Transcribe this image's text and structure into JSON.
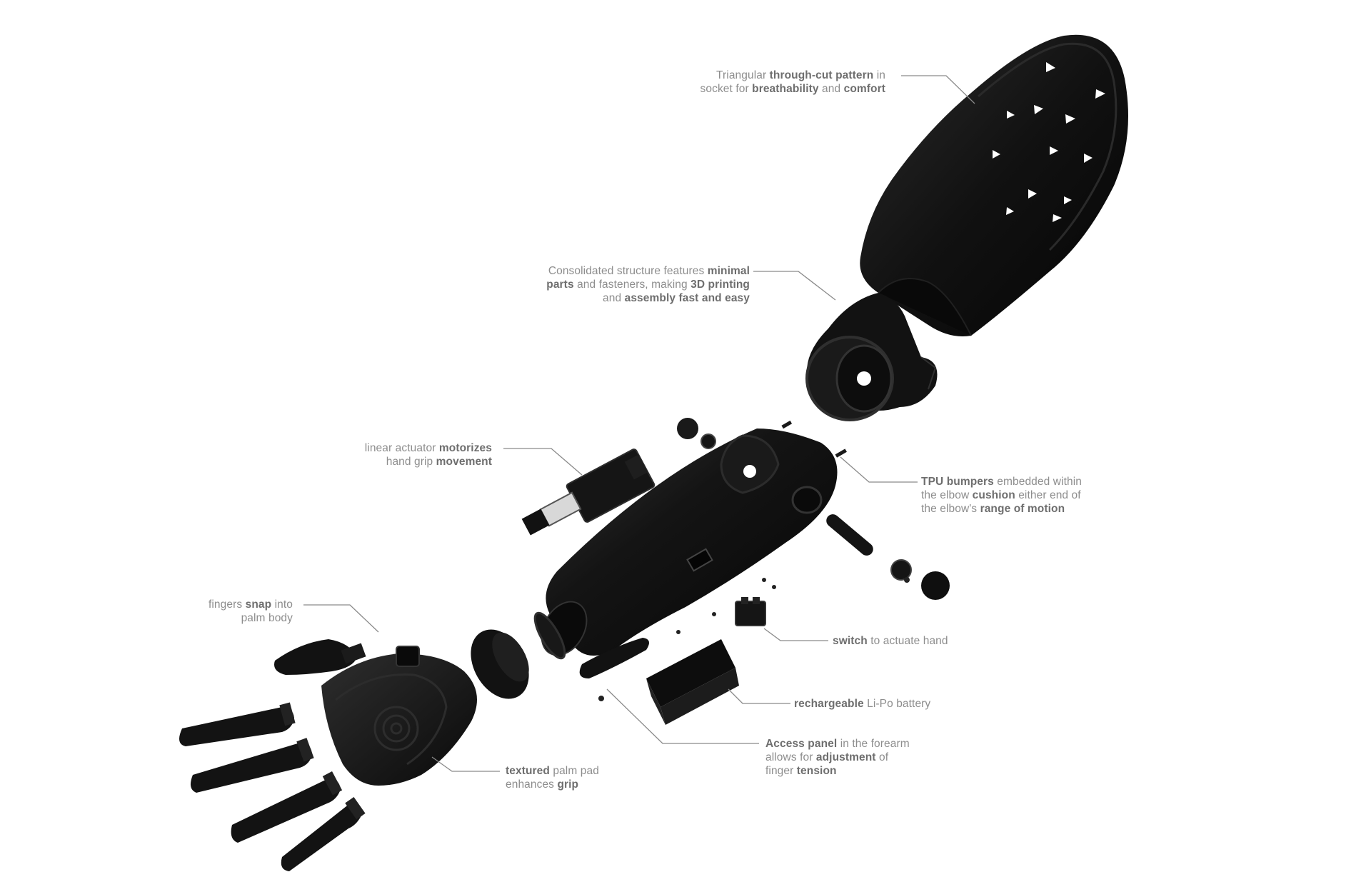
{
  "colors": {
    "part": "#111111",
    "part_edge": "#2a2a2a",
    "part_highlight": "#3a3a3a",
    "leader": "#8a8a8a",
    "label_text": "#8d8d8d",
    "label_bold": "#6e6e6e"
  },
  "callouts": {
    "socket": {
      "lines": [
        [
          {
            "t": "Triangular "
          },
          {
            "t": "through-cut pattern",
            "b": true
          },
          {
            "t": " in"
          }
        ],
        [
          {
            "t": "socket for "
          },
          {
            "t": "breathability",
            "b": true
          },
          {
            "t": " and "
          },
          {
            "t": "comfort",
            "b": true
          }
        ]
      ]
    },
    "consolidated": {
      "lines": [
        [
          {
            "t": "Consolidated structure features "
          },
          {
            "t": "minimal",
            "b": true
          }
        ],
        [
          {
            "t": "parts",
            "b": true
          },
          {
            "t": " and fasteners, making "
          },
          {
            "t": "3D printing",
            "b": true
          }
        ],
        [
          {
            "t": "and "
          },
          {
            "t": "assembly fast and easy",
            "b": true
          }
        ]
      ]
    },
    "actuator": {
      "lines": [
        [
          {
            "t": "linear actuator "
          },
          {
            "t": "motorizes",
            "b": true
          }
        ],
        [
          {
            "t": "hand grip "
          },
          {
            "t": "movement",
            "b": true
          }
        ]
      ]
    },
    "tpu": {
      "lines": [
        [
          {
            "t": "TPU bumpers",
            "b": true
          },
          {
            "t": " embedded within"
          }
        ],
        [
          {
            "t": "the elbow "
          },
          {
            "t": "cushion",
            "b": true
          },
          {
            "t": " either end of"
          }
        ],
        [
          {
            "t": "the elbow's "
          },
          {
            "t": "range of motion",
            "b": true
          }
        ]
      ]
    },
    "fingers": {
      "lines": [
        [
          {
            "t": "fingers "
          },
          {
            "t": "snap",
            "b": true
          },
          {
            "t": " into"
          }
        ],
        [
          {
            "t": "palm body"
          }
        ]
      ]
    },
    "switch": {
      "lines": [
        [
          {
            "t": "switch",
            "b": true
          },
          {
            "t": " to actuate hand"
          }
        ]
      ]
    },
    "battery": {
      "lines": [
        [
          {
            "t": "rechargeable",
            "b": true
          },
          {
            "t": " Li-Po battery"
          }
        ]
      ]
    },
    "access": {
      "lines": [
        [
          {
            "t": "Access panel",
            "b": true
          },
          {
            "t": " in the forearm"
          }
        ],
        [
          {
            "t": "allows for "
          },
          {
            "t": "adjustment",
            "b": true
          },
          {
            "t": " of"
          }
        ],
        [
          {
            "t": "finger "
          },
          {
            "t": "tension",
            "b": true
          }
        ]
      ]
    },
    "palm": {
      "lines": [
        [
          {
            "t": "textured",
            "b": true
          },
          {
            "t": " palm pad"
          }
        ],
        [
          {
            "t": "enhances "
          },
          {
            "t": "grip",
            "b": true
          }
        ]
      ]
    }
  }
}
